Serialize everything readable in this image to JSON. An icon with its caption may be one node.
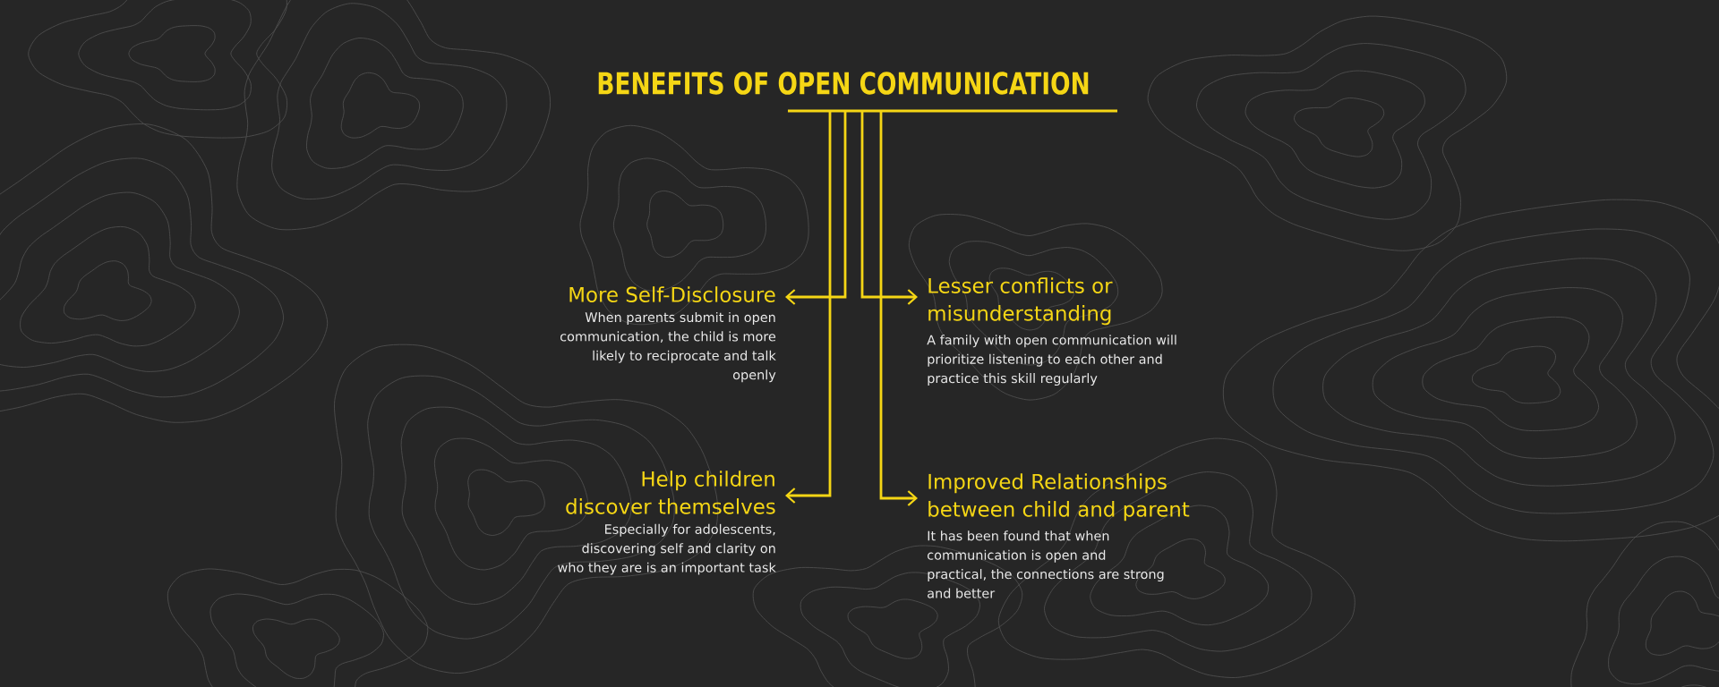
{
  "diagram": {
    "nodes": [
      {
        "text": [
          "BENEFITS OF OPEN COMMUNICATION"
        ]
      },
      {
        "text": [
          "More Self-Disclosure",
          "When parents submit in open communication, the child is more likely to reciprocate and talk openly"
        ]
      },
      {
        "text": [
          "Lesser conflicts or misunderstanding",
          "A family with open communication will prioritize listening to each other and practice this skill regularly"
        ]
      },
      {
        "text": [
          "Help children discover themselves",
          "Especially for adolescents, discovering self and clarity on who they are is an important task"
        ]
      },
      {
        "text": [
          "Improved Relationships between child and parent",
          "It has been found that when communication is open and practical, the connections are strong and better"
        ]
      }
    ],
    "edges": [
      {
        "from": 0,
        "to": 1,
        "arrow": "to"
      },
      {
        "from": 0,
        "to": 2,
        "arrow": "to"
      },
      {
        "from": 0,
        "to": 3,
        "arrow": "to"
      },
      {
        "from": 0,
        "to": 4,
        "arrow": "to"
      }
    ]
  }
}
